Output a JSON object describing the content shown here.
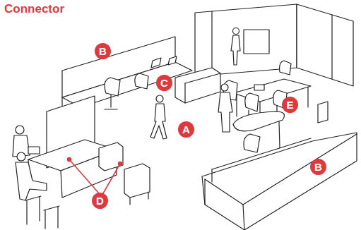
{
  "diagram": {
    "title": "Connector",
    "labels": [
      "B",
      "C",
      "E",
      "A",
      "B",
      "D"
    ]
  }
}
